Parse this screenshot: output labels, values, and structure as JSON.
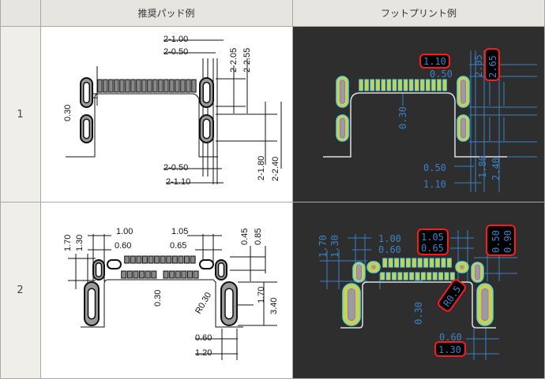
{
  "header": {
    "col_number": "",
    "col_pad": "推奨パッド例",
    "col_footprint": "フットプリント例"
  },
  "rows": [
    {
      "number": "1",
      "pad_labels": {
        "a": "2-1.00",
        "b": "2-0.50",
        "c": "2-2.05",
        "d": "2-2.55",
        "e": "0.30",
        "f": "2-1.80",
        "g": "2-2.40",
        "h": "2-0.50",
        "i": "2-1.10"
      },
      "footprint_labels": {
        "a": "1.10",
        "b": "0.50",
        "c": "2.05",
        "d": "2.65",
        "e": "0.30",
        "f": "1.80",
        "g": "2.40",
        "h": "0.50",
        "i": "1.10"
      }
    },
    {
      "number": "2",
      "pad_labels": {
        "a": "1.00",
        "b": "0.60",
        "c": "1.05",
        "d": "0.65",
        "e": "0.45",
        "f": "0.85",
        "g": "1.70",
        "h": "1.30",
        "i": "0.30",
        "j": "R0.30",
        "k": "1.70",
        "l": "3.40",
        "m": "0.60",
        "n": "1.20"
      },
      "footprint_labels": {
        "a": "1.00",
        "b": "0.60",
        "c": "1.05",
        "d": "0.65",
        "e": "0.50",
        "f": "0.90",
        "g": "1.70",
        "h": "1.30",
        "i": "0.30",
        "j": "R0.5",
        "k": "0.60",
        "l": "1.30"
      }
    }
  ],
  "colors": {
    "footprint_bg": "#2e2e2e",
    "pad_fill": "#c8d24a",
    "pad_edge": "#5fd3e3",
    "dimension": "#3a82c4",
    "highlight": "#ff0000"
  }
}
